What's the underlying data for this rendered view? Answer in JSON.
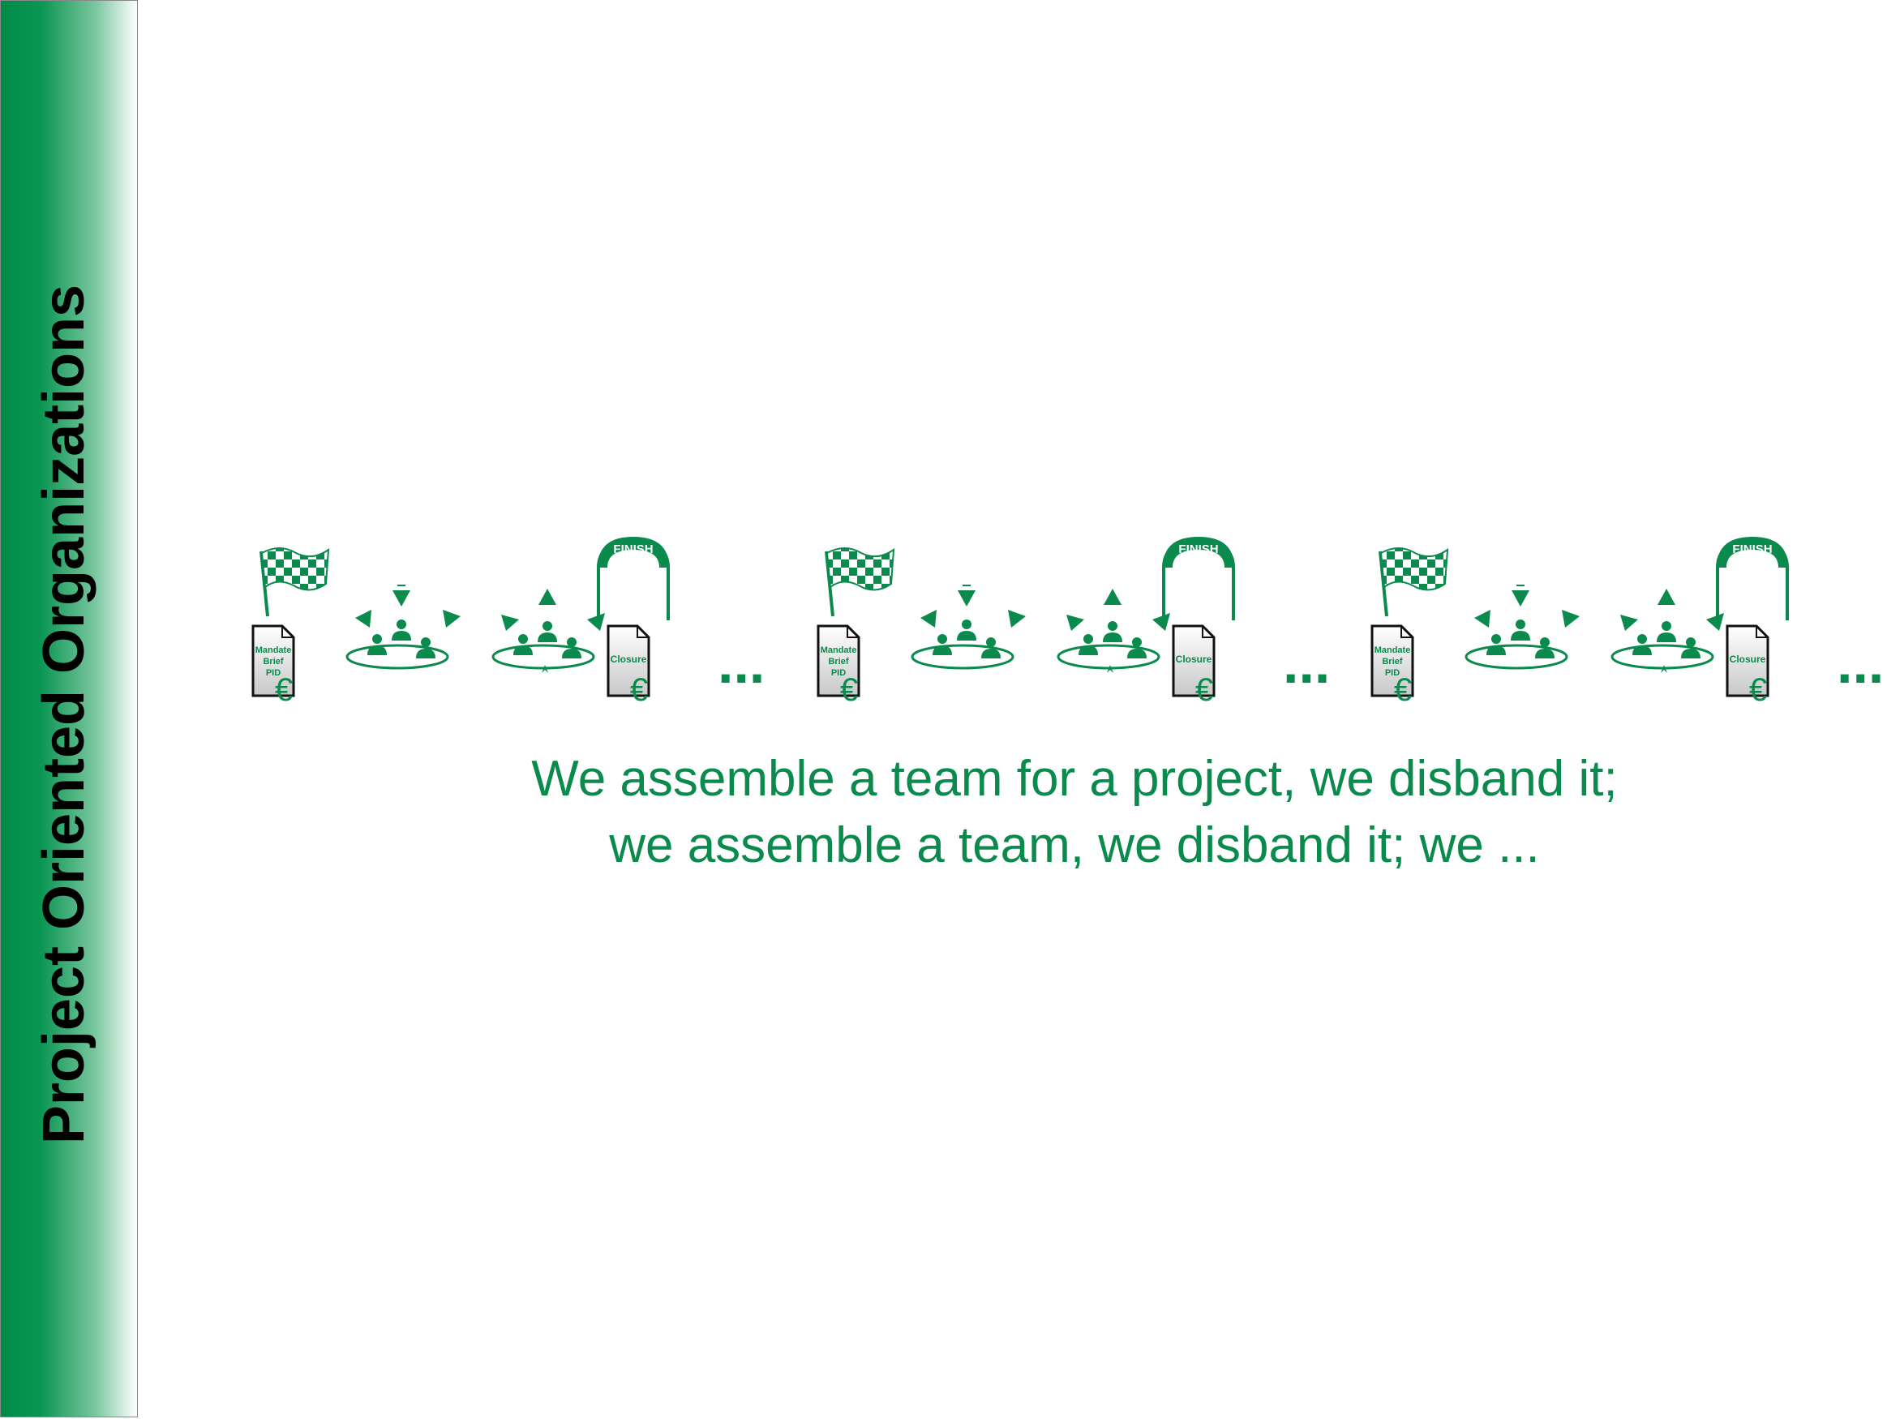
{
  "sidebar": {
    "title": "Project Oriented Organizations"
  },
  "caption": {
    "line1": "We assemble a team for a project, we disband it;",
    "line2": "we assemble a team, we disband it; we ..."
  },
  "cycle": {
    "start_doc_lines": [
      "Mandate",
      "Brief",
      "PID"
    ],
    "end_doc_label": "Closure",
    "finish_label": "FINISH",
    "currency_symbol": "€",
    "continuation": "..."
  },
  "colors": {
    "accent": "#0a8a4c",
    "sidebar_dark": "#008a48",
    "doc_fill": "#d8d8d8"
  },
  "icons": [
    "checkered-flag-icon",
    "team-assemble-icon",
    "team-disband-icon",
    "finish-arch-icon",
    "document-icon",
    "euro-icon"
  ]
}
